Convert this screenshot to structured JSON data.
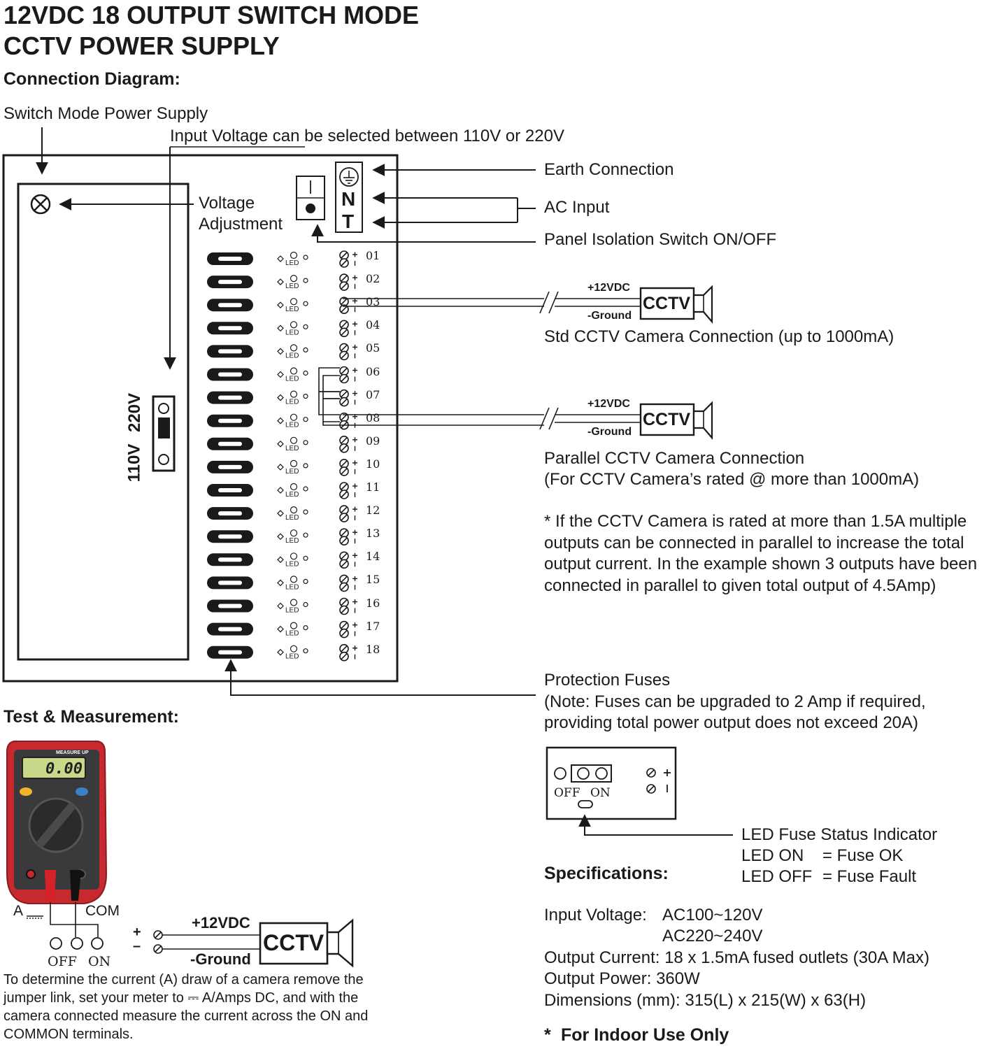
{
  "title": {
    "line1": "12VDC 18 OUTPUT SWITCH MODE",
    "line2": "CCTV POWER SUPPLY"
  },
  "connection_heading": "Connection Diagram:",
  "labels": {
    "smps": "Switch Mode Power Supply",
    "input_voltage": "Input Voltage can be selected between 110V or 220V",
    "voltage_adj_1": "Voltage",
    "voltage_adj_2": "Adjustment",
    "earth": "Earth Connection",
    "ac_input": "AC Input",
    "panel_iso": "Panel Isolation Switch ON/OFF",
    "n": "N",
    "t": "T",
    "v220": "220V",
    "v110": "110V"
  },
  "outputs": [
    "01",
    "02",
    "03",
    "04",
    "05",
    "06",
    "07",
    "08",
    "09",
    "10",
    "11",
    "12",
    "13",
    "14",
    "15",
    "16",
    "17",
    "18"
  ],
  "led_label": "LED",
  "cctv": {
    "label": "CCTV",
    "plus": "+12VDC",
    "ground": "-Ground"
  },
  "std_connection": "Std CCTV Camera Connection (up to 1000mA)",
  "parallel": {
    "line1": "Parallel CCTV Camera Connection",
    "line2": "(For CCTV Camera’s rated @ more than 1000mA)"
  },
  "note": {
    "line1": "* If the CCTV Camera is rated at more than 1.5A multiple",
    "line2": "outputs can be connected in parallel to increase the total",
    "line3": "output current. In the example shown 3 outputs have been",
    "line4": "connected in parallel to given total output of 4.5Amp)"
  },
  "fuses": {
    "line1": "Protection Fuses",
    "line2": "(Note: Fuses can be upgraded to 2 Amp if required,",
    "line3": "providing total power output does not exceed 20A)"
  },
  "jumper": {
    "off": "OFF",
    "on": "ON"
  },
  "led_status": {
    "line1": "LED Fuse Status Indicator",
    "on_label": "LED ON",
    "on_value": "= Fuse OK",
    "off_label": "LED OFF",
    "off_value": "= Fuse Fault"
  },
  "test_heading": "Test & Measurement:",
  "meter": {
    "display": "0.00",
    "brand": "MEASURE UP",
    "a_label": "A",
    "com_label": "COM",
    "off": "OFF",
    "on": "ON",
    "plus": "+",
    "minus": "–"
  },
  "test_text": {
    "line1": "To determine the current (A) draw of a camera remove the",
    "line2": "jumper link, set your meter to ⎓ A/Amps DC, and with the",
    "line3": "camera connected measure the current across the ON and",
    "line4": "COMMON terminals."
  },
  "specs": {
    "heading": "Specifications:",
    "input_label": "Input Voltage:",
    "input_v1": "AC100~120V",
    "input_v2": "AC220~240V",
    "output_current": "Output Current: 18 x 1.5mA fused outlets (30A Max)",
    "output_power": "Output Power: 360W",
    "dimensions": "Dimensions (mm): 315(L) x 215(W) x 63(H)",
    "indoor_star": "*",
    "indoor": "For Indoor Use Only"
  },
  "colors": {
    "ink": "#1a1a1a",
    "meter_red": "#c62a2e",
    "meter_dark": "#3a3a3c",
    "lcd": "#c9d98a"
  }
}
